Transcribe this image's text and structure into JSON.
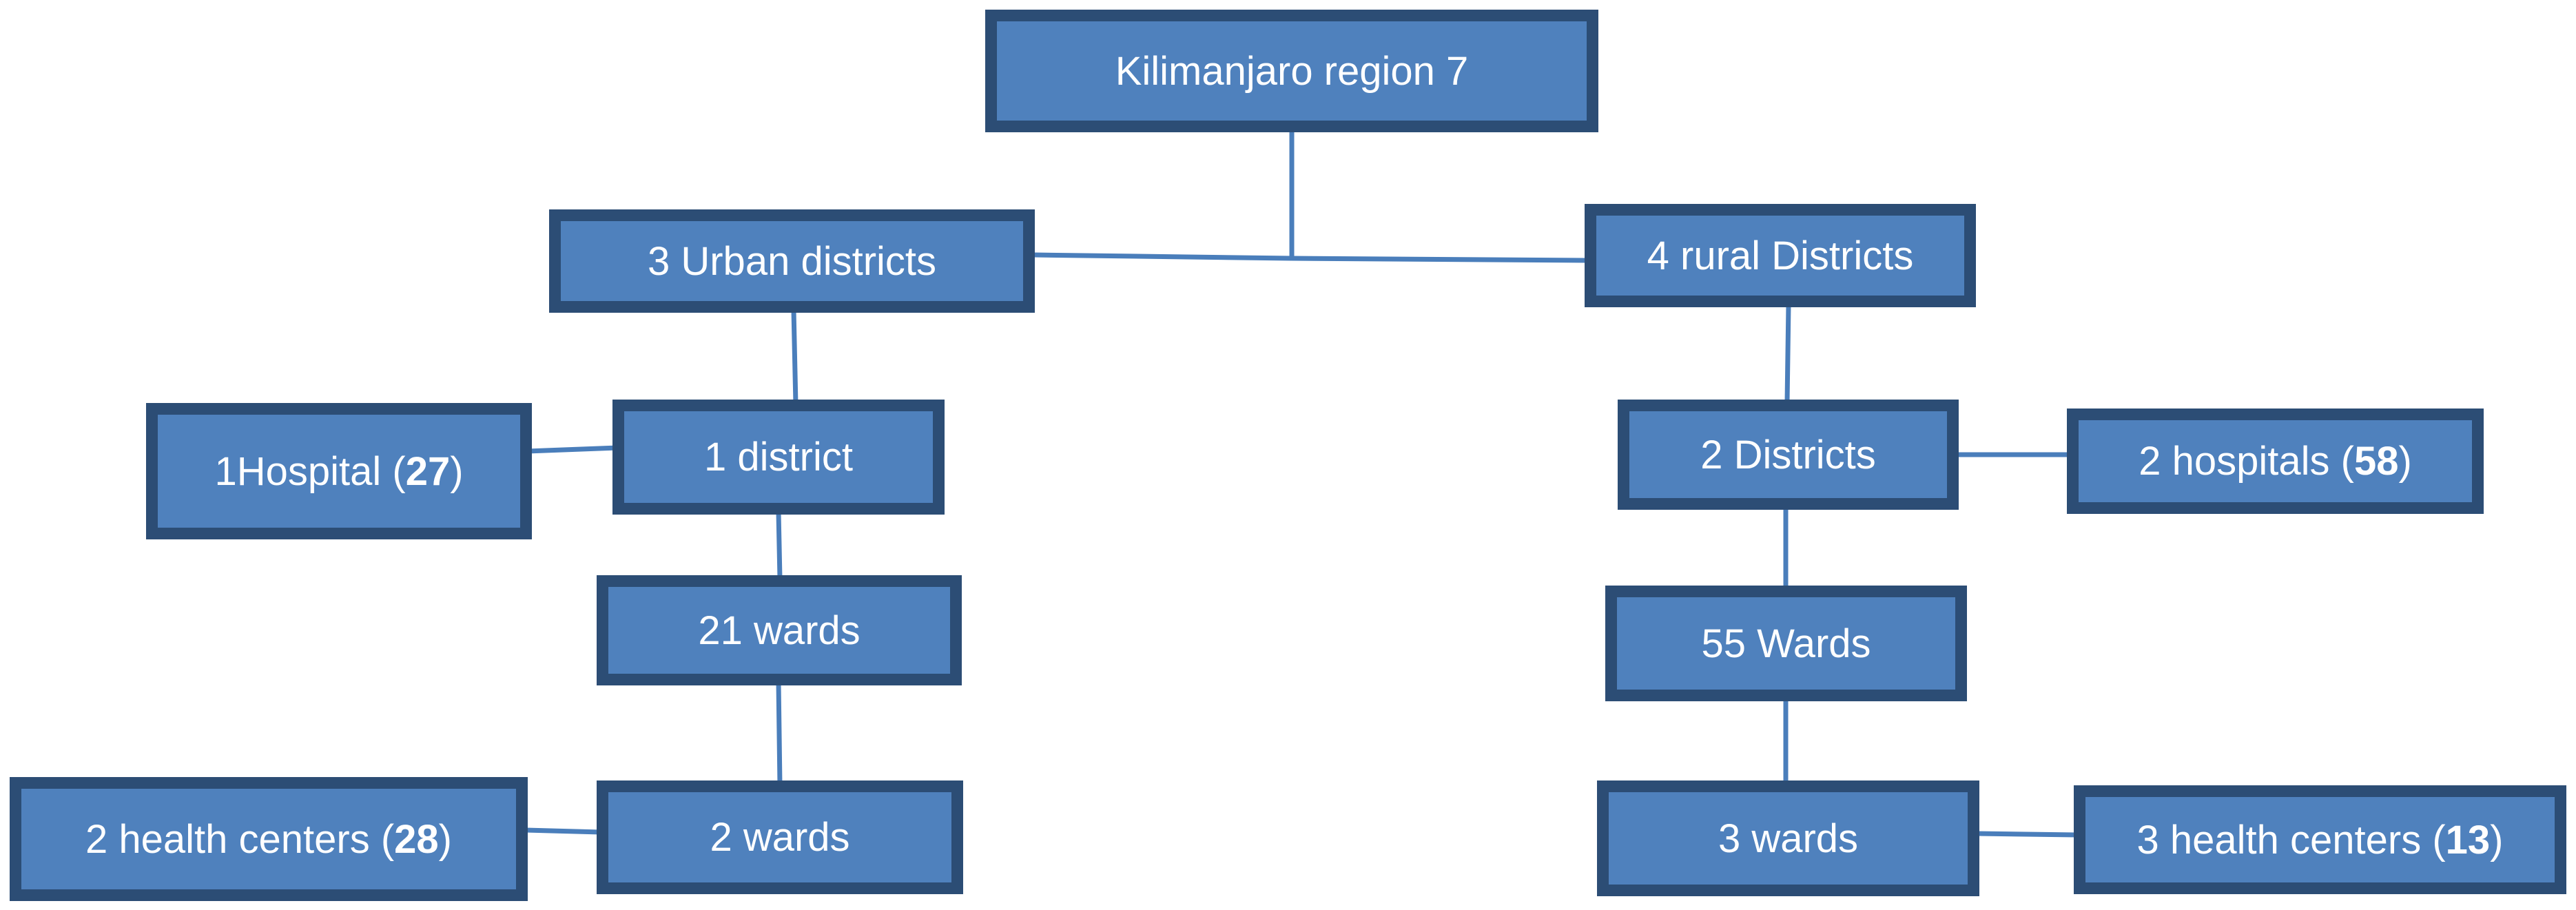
{
  "diagram": {
    "root": {
      "label": "Kilimanjaro region 7"
    },
    "urban": {
      "label": "3 Urban districts",
      "district": "1 district",
      "hospital": {
        "text": "1Hospital (",
        "number": "27",
        "close": ")"
      },
      "wards": "21 wards",
      "sub_wards": "2 wards",
      "health_centers": {
        "text": "2 health centers (",
        "number": "28",
        "close": ")"
      }
    },
    "rural": {
      "label": "4 rural Districts",
      "districts": "2 Districts",
      "hospitals": {
        "text": "2 hospitals (",
        "number": "58",
        "close": ")"
      },
      "wards": "55 Wards",
      "sub_wards": "3 wards",
      "health_centers": {
        "text": "3 health centers (",
        "number": "13",
        "close": ")"
      }
    }
  },
  "colors": {
    "box_fill": "#4f81bd",
    "box_border": "#2c4d75",
    "connector": "#4a7ebb",
    "text": "#ffffff"
  }
}
